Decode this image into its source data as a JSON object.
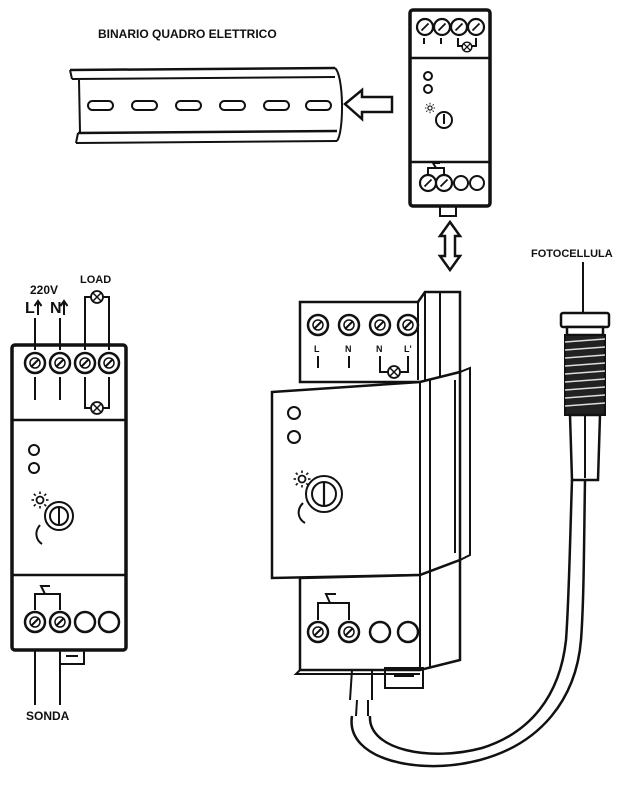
{
  "labels": {
    "rail": "BINARIO QUADRO ELETTRICO",
    "photocell": "FOTOCELLULA",
    "voltage": "220V",
    "phase": "L",
    "neutral": "N",
    "load": "LOAD",
    "probe": "SONDA"
  },
  "icons": [
    "sun-icon",
    "moon-icon",
    "lamp-icon",
    "arrow-left-icon",
    "double-arrow-icon",
    "screw-terminal-icon",
    "potentiometer-icon",
    "led-icon"
  ]
}
